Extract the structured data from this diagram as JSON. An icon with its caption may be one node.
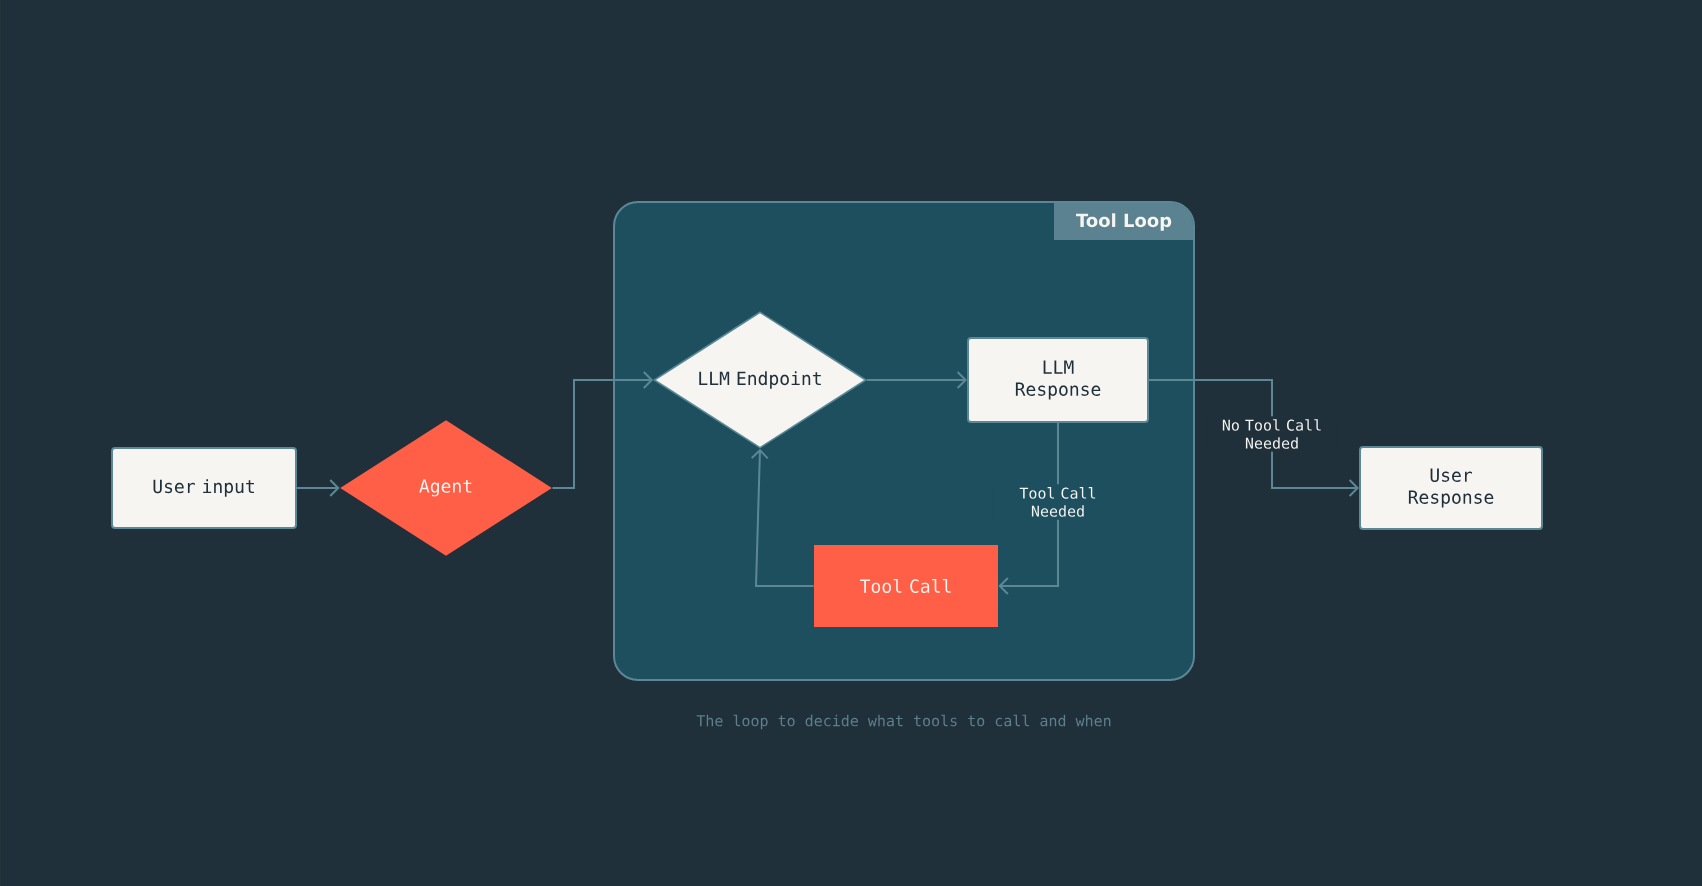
{
  "diagram": {
    "caption": "The loop to decide what tools to call and when",
    "nodes": [
      {
        "text": [
          "Tool Loop"
        ]
      },
      {
        "text": [
          "User input"
        ]
      },
      {
        "text": [
          "Agent"
        ]
      },
      {
        "text": [
          "LLM Endpoint"
        ],
        "in": 0
      },
      {
        "text": [
          "LLM Response"
        ],
        "in": 0
      },
      {
        "text": [
          "Tool Call"
        ],
        "in": 0
      },
      {
        "text": [
          "User Response"
        ]
      }
    ],
    "edges": [
      {
        "from": 1,
        "to": 2,
        "arrow": "to"
      },
      {
        "from": 2,
        "to": 3,
        "arrow": "to"
      },
      {
        "from": 3,
        "to": 4,
        "arrow": "to"
      },
      {
        "from": 4,
        "to": 6,
        "arrow": "to",
        "label": "No Tool Call Needed"
      },
      {
        "from": 4,
        "to": 5,
        "arrow": "to",
        "label": "Tool Call Needed"
      },
      {
        "from": 5,
        "to": 3,
        "arrow": "to"
      }
    ]
  }
}
